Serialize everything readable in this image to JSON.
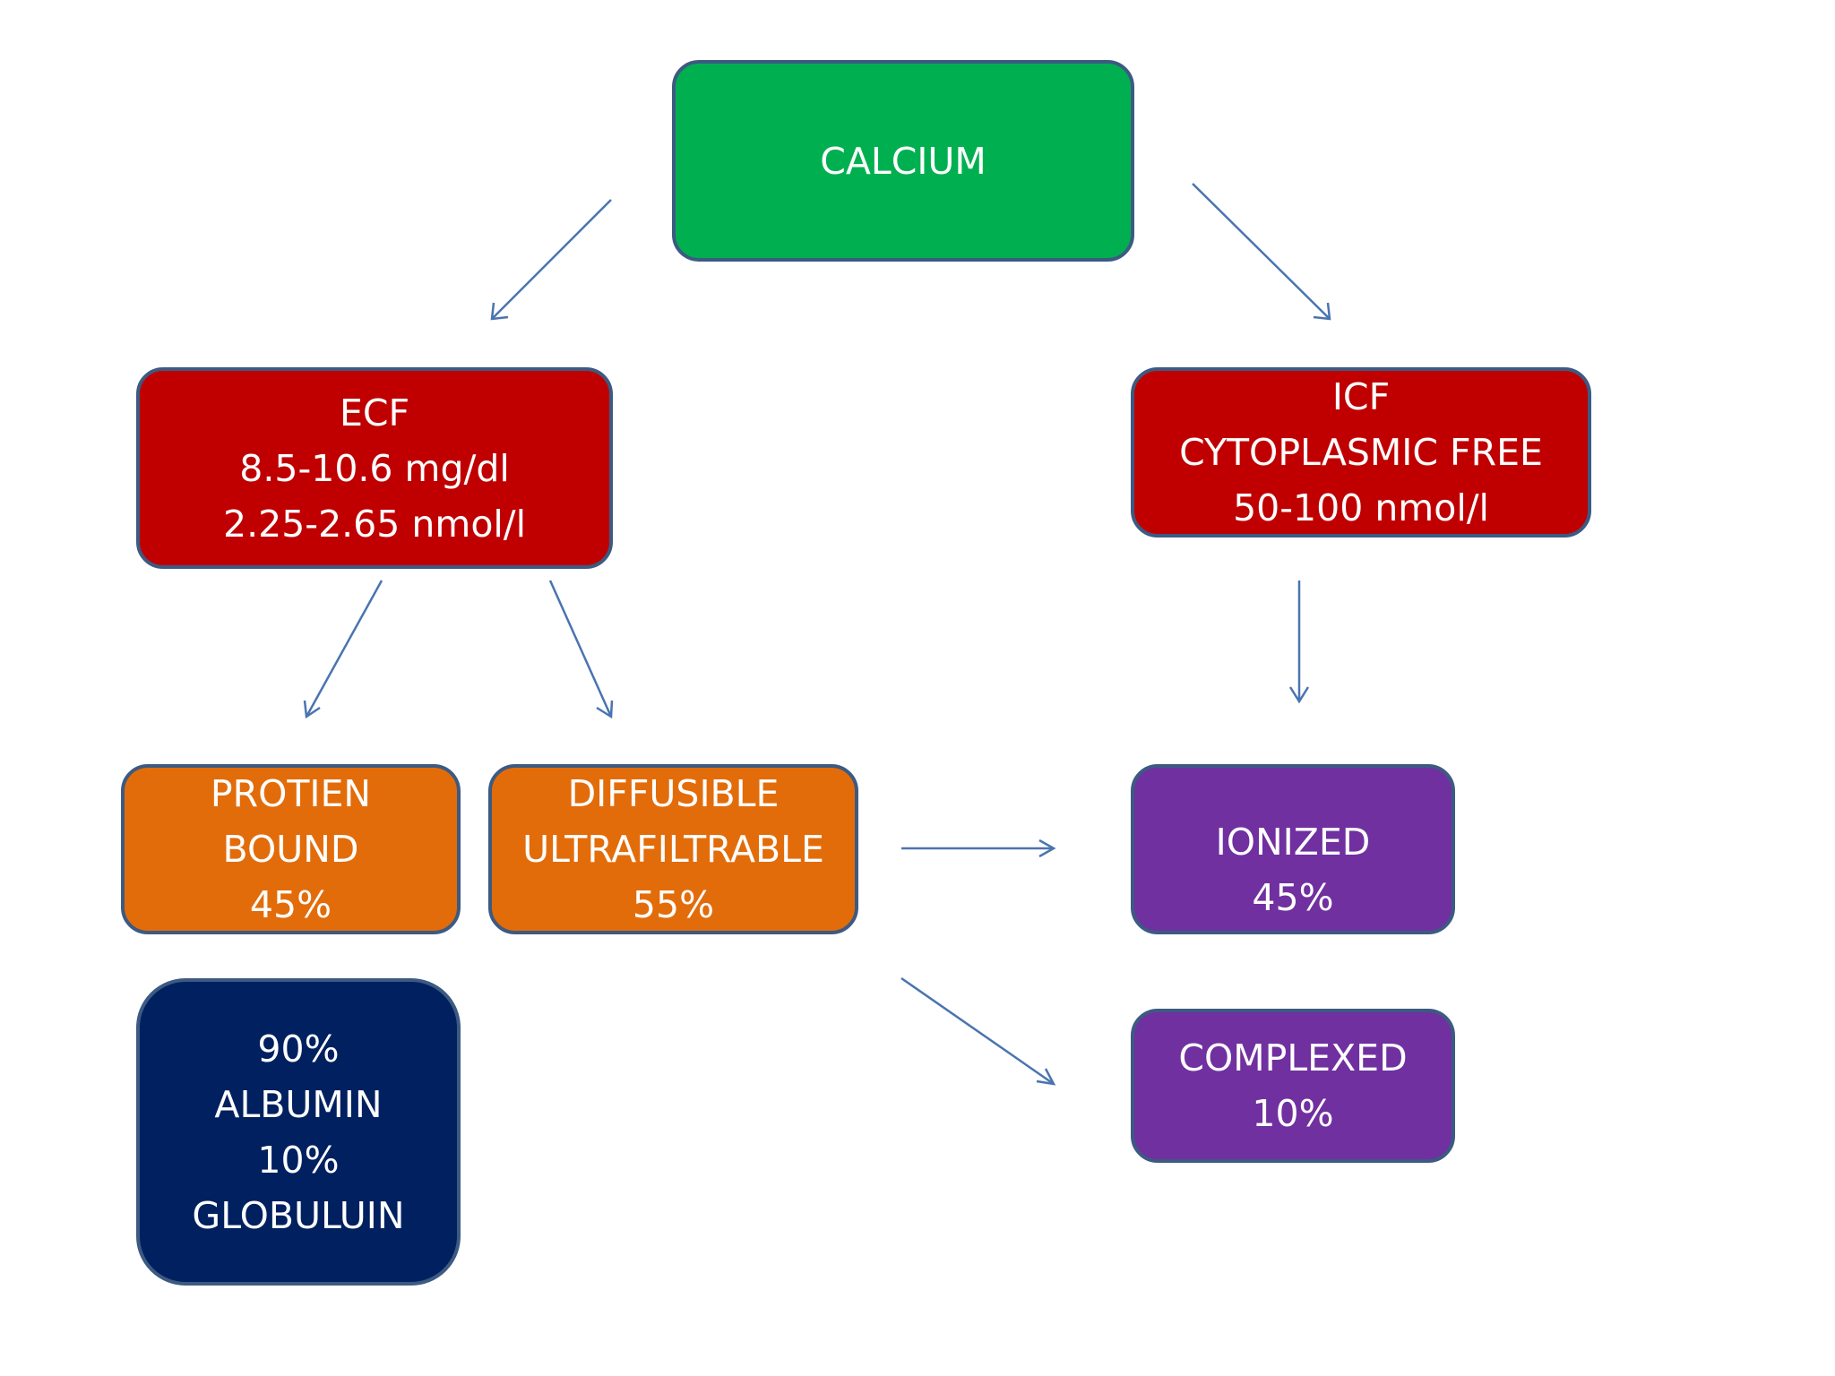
{
  "nodes": {
    "calcium": {
      "lines": [
        "CALCIUM"
      ],
      "color": "#00b050"
    },
    "ecf": {
      "lines": [
        "ECF",
        "8.5-10.6 mg/dl",
        "2.25-2.65 nmol/l"
      ],
      "color": "#c00000"
    },
    "icf": {
      "lines": [
        "ICF",
        "CYTOPLASMIC FREE",
        "50-100 nmol/l"
      ],
      "color": "#c00000"
    },
    "protein": {
      "lines": [
        "PROTIEN",
        "BOUND",
        "45%"
      ],
      "color": "#e36c0a"
    },
    "diffusible": {
      "lines": [
        "DIFFUSIBLE",
        "ULTRAFILTRABLE",
        "55%"
      ],
      "color": "#e36c0a"
    },
    "ionized": {
      "lines": [
        "IONIZED",
        "45%"
      ],
      "color": "#7030a0"
    },
    "complexed": {
      "lines": [
        "COMPLEXED",
        "10%"
      ],
      "color": "#7030a0"
    },
    "albumin": {
      "lines": [
        "90%",
        "ALBUMIN",
        "10%",
        "GLOBULUIN"
      ],
      "color": "#002060"
    }
  },
  "edges": [
    {
      "from": "calcium",
      "to": "ecf"
    },
    {
      "from": "calcium",
      "to": "icf"
    },
    {
      "from": "ecf",
      "to": "protein"
    },
    {
      "from": "ecf",
      "to": "diffusible"
    },
    {
      "from": "icf",
      "to": "ionized"
    },
    {
      "from": "diffusible",
      "to": "ionized"
    },
    {
      "from": "diffusible",
      "to": "complexed"
    }
  ],
  "arrow_color": "#4a74b0"
}
